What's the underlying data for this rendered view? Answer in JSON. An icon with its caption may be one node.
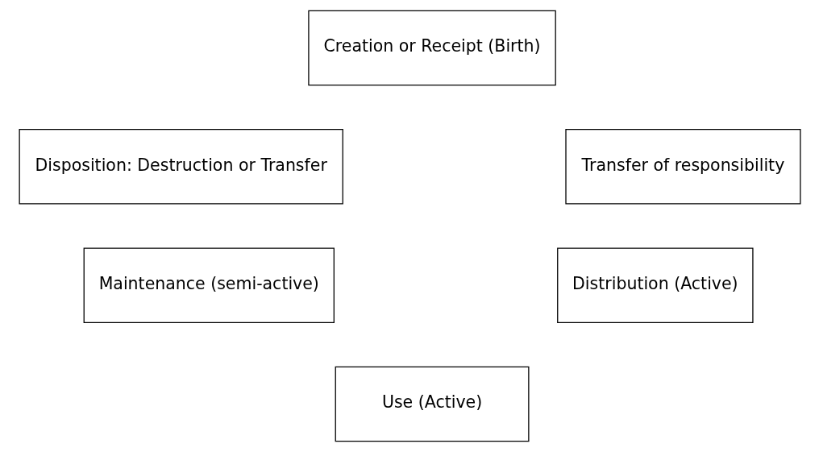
{
  "diagram": {
    "nodes": [
      {
        "text": [
          "Creation or Receipt (Birth)"
        ]
      },
      {
        "text": [
          "Disposition: Destruction or Transfer"
        ]
      },
      {
        "text": [
          "Transfer of responsibility"
        ]
      },
      {
        "text": [
          "Maintenance (semi-active)"
        ]
      },
      {
        "text": [
          "Distribution (Active)"
        ]
      },
      {
        "text": [
          "Use (Active)"
        ]
      }
    ]
  }
}
